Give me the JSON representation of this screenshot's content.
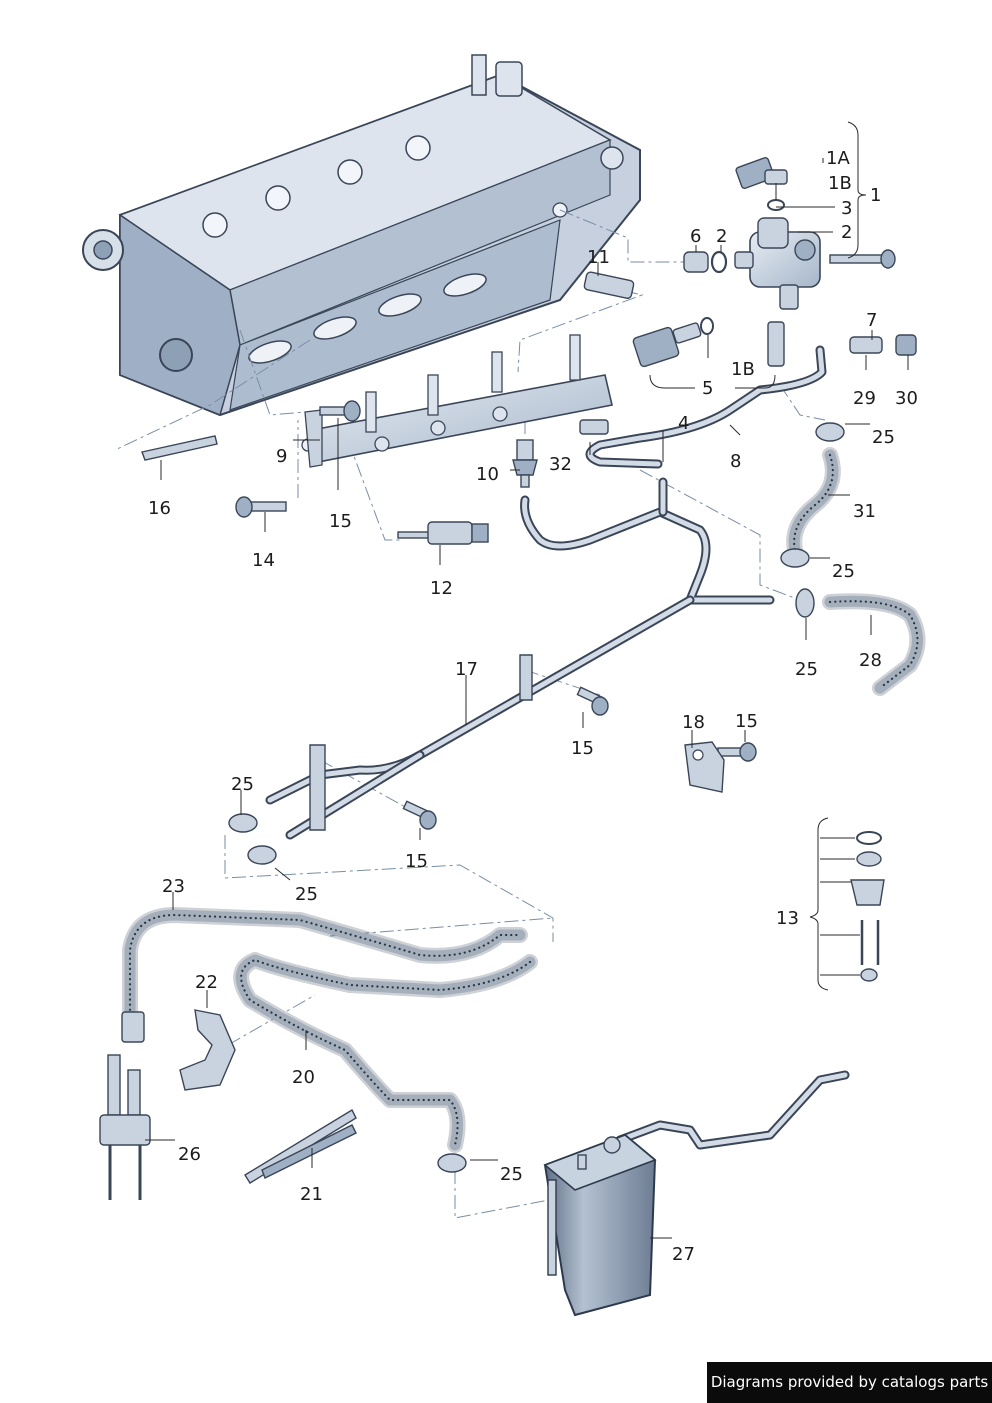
{
  "callouts": {
    "c1A": "1A",
    "c1B_top": "1B",
    "c1": "1",
    "c3": "3",
    "c2_right": "2",
    "c6": "6",
    "c2_left": "2",
    "c11": "11",
    "c7": "7",
    "c5": "5",
    "c1B_mid": "1B",
    "c29": "29",
    "c30": "30",
    "c4": "4",
    "c25_a": "25",
    "c8": "8",
    "c9": "9",
    "c32": "32",
    "c10": "10",
    "c16": "16",
    "c15_a": "15",
    "c31": "31",
    "c14": "14",
    "c25_b": "25",
    "c12": "12",
    "c28": "28",
    "c25_c": "25",
    "c17": "17",
    "c18": "18",
    "c15_b": "15",
    "c15_c": "15",
    "c25_d": "25",
    "c15_d": "15",
    "c25_e": "25",
    "c13": "13",
    "c23": "23",
    "c22": "22",
    "c20": "20",
    "c26": "26",
    "c25_f": "25",
    "c21": "21",
    "c27": "27"
  },
  "footer": {
    "credit": "Diagrams provided by catalogs parts"
  }
}
